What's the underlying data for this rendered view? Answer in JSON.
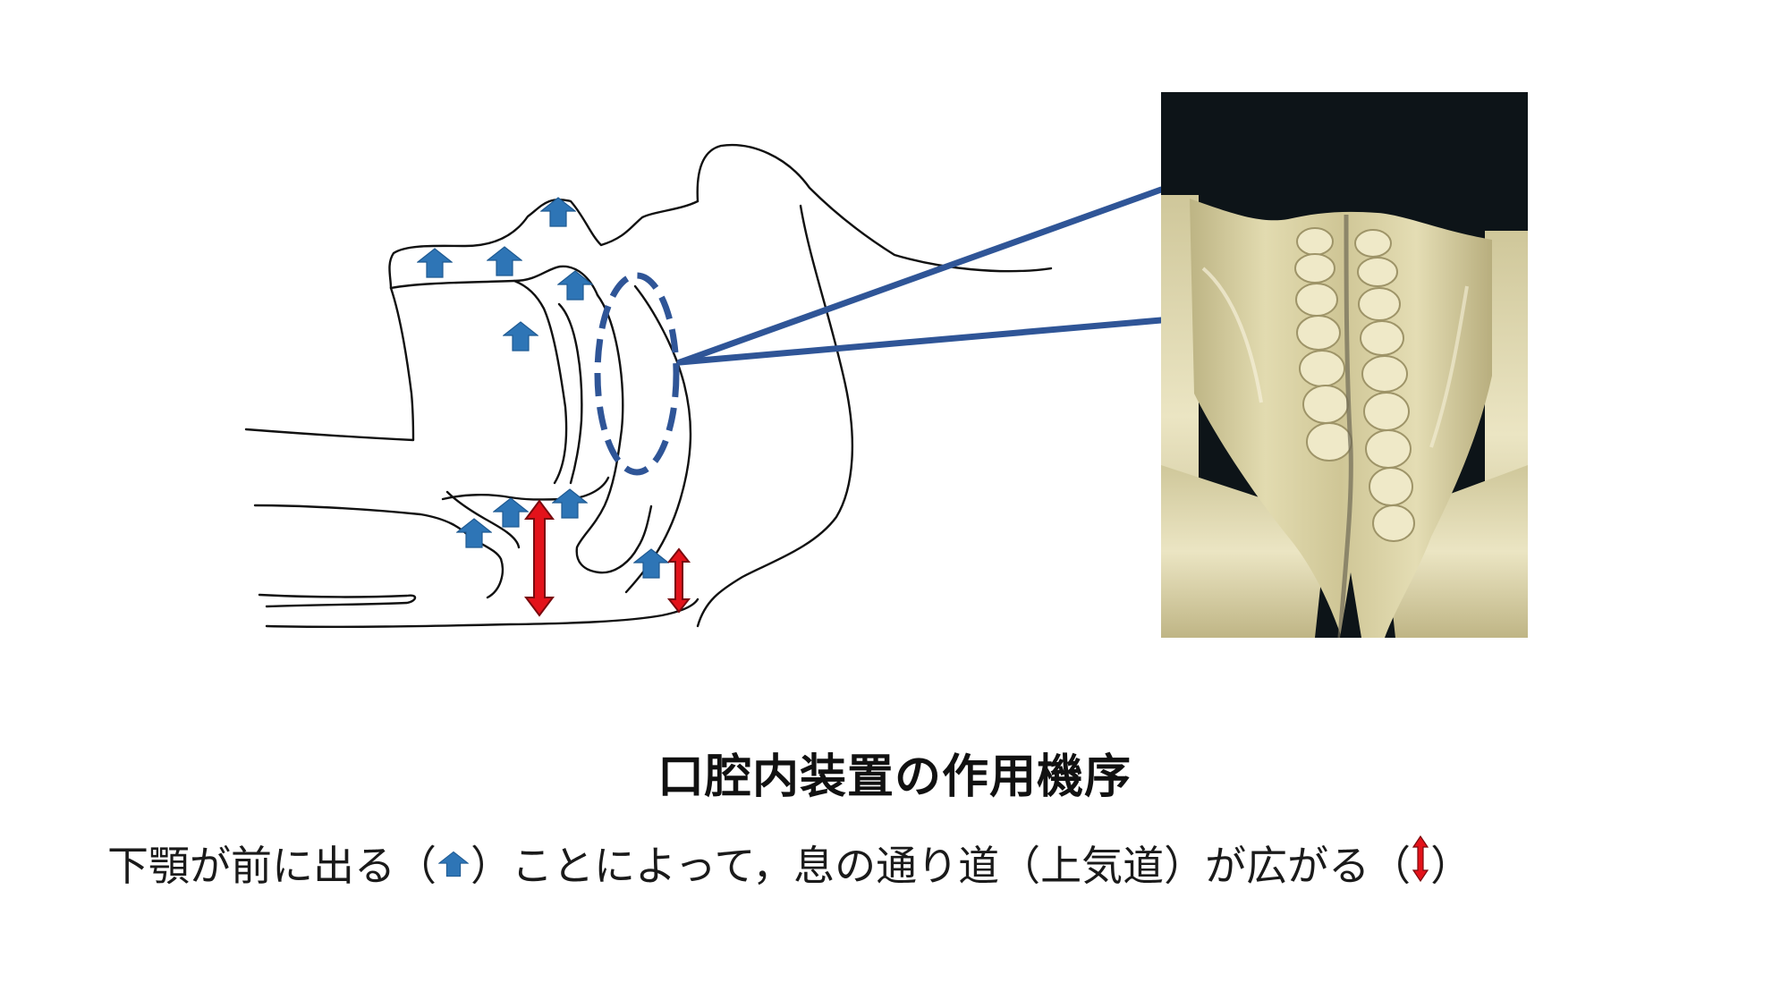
{
  "figure": {
    "title": "口腔内装置の作用機序",
    "caption": {
      "part1": "下顎が前に出る（",
      "part2": "）ことによって，息の通り道（上気道）が広がる（",
      "part3": "）"
    }
  },
  "colors": {
    "forward_arrow": "#2e75b6",
    "widening_arrow": "#e3121a",
    "airway_outline": "#2f5597",
    "callout_line": "#2f5597",
    "photo_background": "#0d1418",
    "appliance_model": "#d9d2a2",
    "sketch_line": "#111111"
  },
  "icons": {
    "forward": "up-arrow-icon",
    "widening": "double-headed-arrow-icon"
  }
}
